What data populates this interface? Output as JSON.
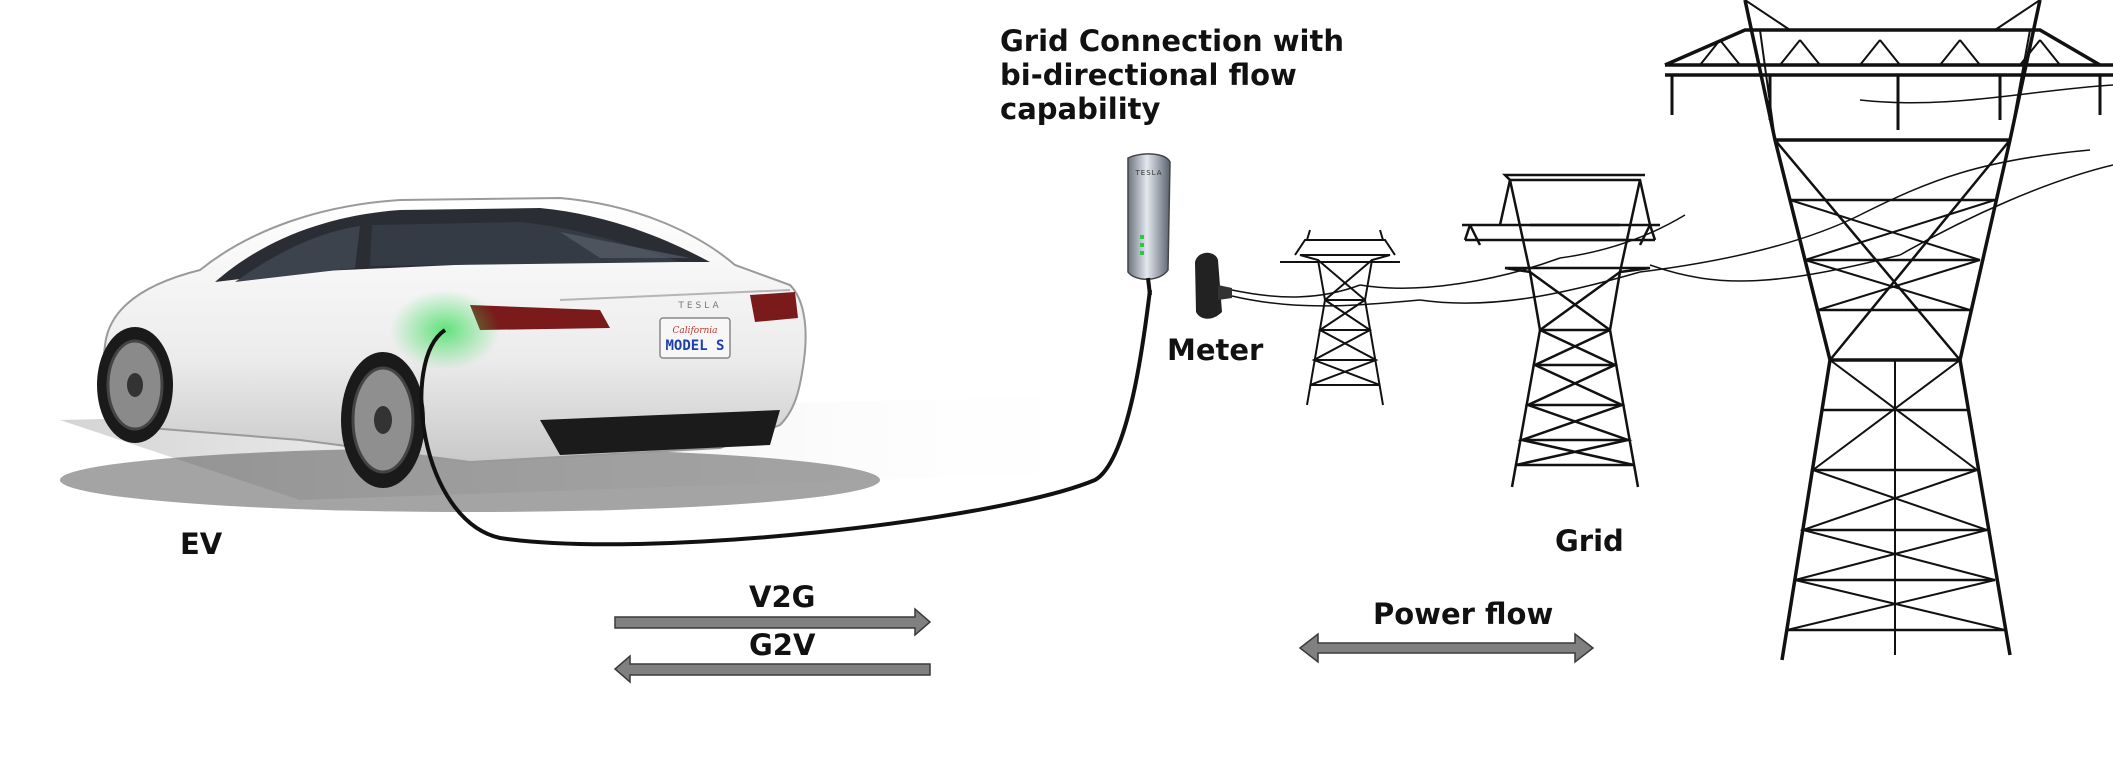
{
  "labels": {
    "grid_connection": [
      "Grid Connection with",
      "bi-directional flow",
      "capability"
    ],
    "ev": "EV",
    "meter": "Meter",
    "grid": "Grid",
    "v2g": "V2G",
    "g2v": "G2V",
    "power_flow": "Power flow"
  },
  "car": {
    "license_plate": "MODEL S",
    "plate_state": "California",
    "brand": "TESLA"
  },
  "charger": {
    "brand": "TESLA"
  },
  "colors": {
    "arrow_fill": "#808080",
    "arrow_stroke": "#3a3a3a",
    "charge_glow": "#33dd55",
    "cable": "#111111",
    "tower": "#111111"
  }
}
